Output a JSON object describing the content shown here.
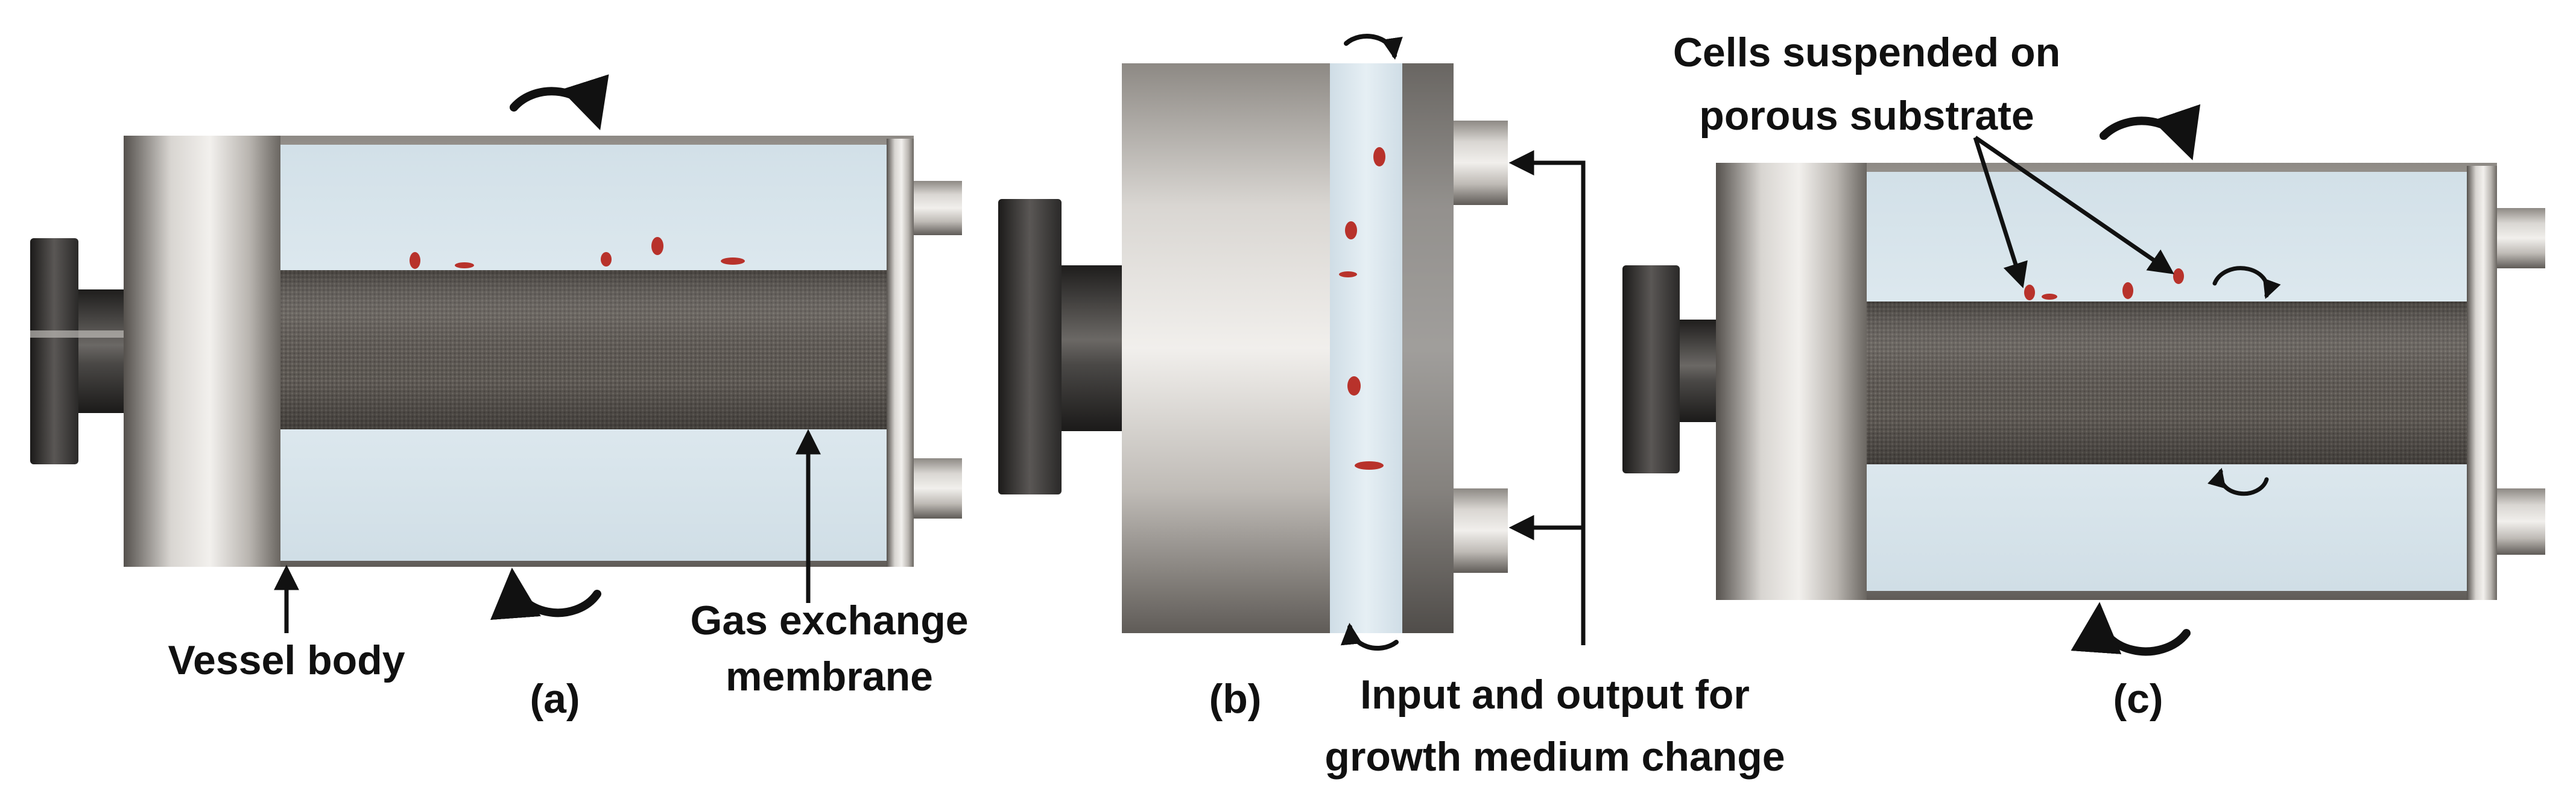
{
  "labels": {
    "panel_a": "(a)",
    "panel_b": "(b)",
    "panel_c": "(c)",
    "vessel_body": "Vessel body",
    "gas_exchange_line1": "Gas exchange",
    "gas_exchange_line2": "membrane",
    "input_output_line1": "Input and output for",
    "input_output_line2": "growth medium change",
    "cells_line1": "Cells suspended on",
    "cells_line2": "porous substrate"
  },
  "colors": {
    "metal_light": "#e6e4e1",
    "metal_dark": "#5f5b57",
    "knob": "#2e2c2b",
    "medium": "#dbe7ee",
    "membrane": "#59544f",
    "cell": "#b8322b",
    "text": "#111111"
  },
  "icons": [
    "rotation-arrow-icon",
    "pointer-arrow-icon"
  ]
}
